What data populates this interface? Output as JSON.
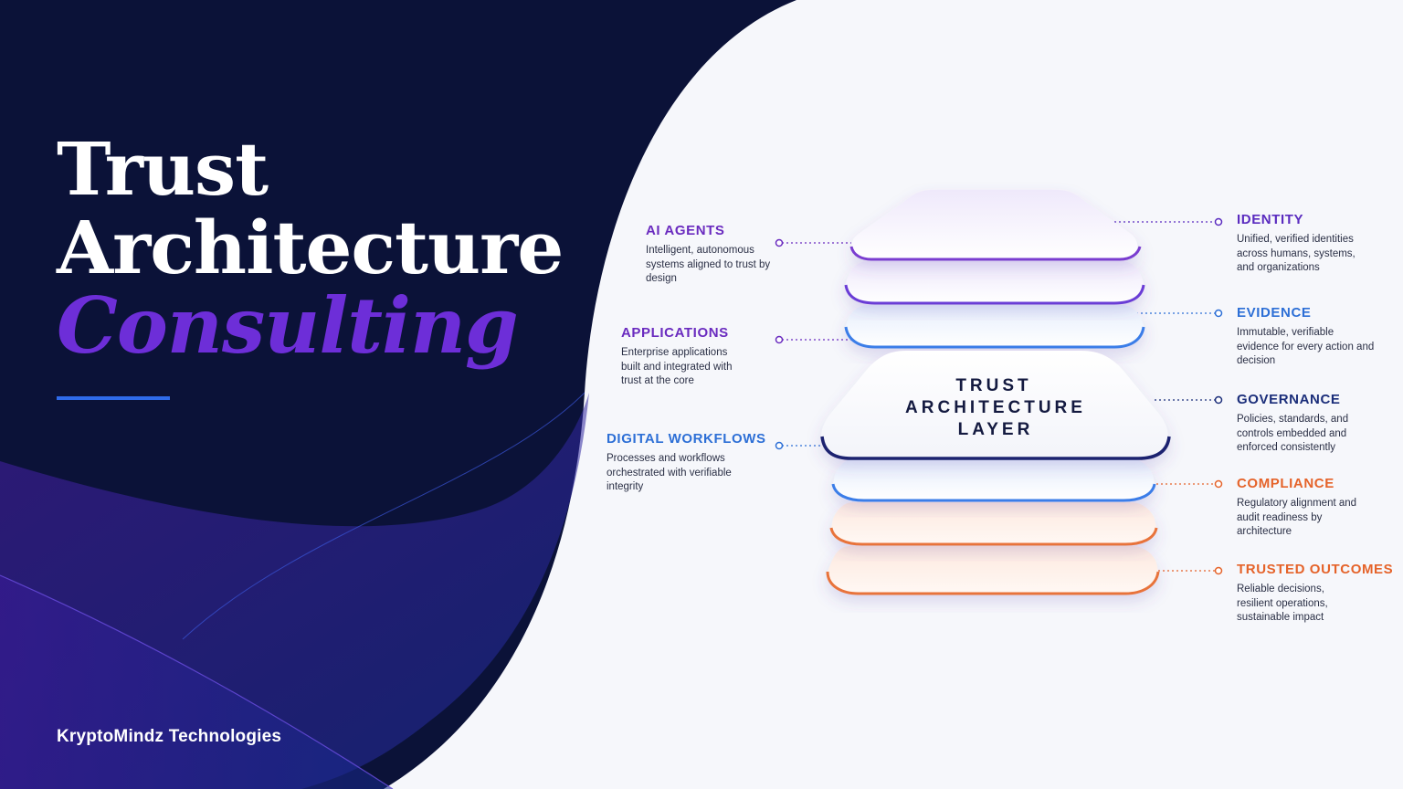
{
  "title": {
    "line1": "Trust",
    "line2": "Architecture",
    "line3": "Consulting"
  },
  "company": "KryptoMindz Technologies",
  "core_layer": {
    "line1": "TRUST",
    "line2": "ARCHITECTURE",
    "line3": "LAYER"
  },
  "left_labels": [
    {
      "title": "AI AGENTS",
      "desc": "Intelligent, autonomous systems aligned to trust by design",
      "color": "#6a2bbf"
    },
    {
      "title": "APPLICATIONS",
      "desc": "Enterprise applications built and integrated with trust at the core",
      "color": "#6a2bbf"
    },
    {
      "title": "DIGITAL WORKFLOWS",
      "desc": "Processes and workflows orchestrated with verifiable integrity",
      "color": "#2d6fd6"
    }
  ],
  "right_labels": [
    {
      "title": "IDENTITY",
      "desc": "Unified, verified identities across humans, systems, and organizations",
      "color": "#5a2bbf"
    },
    {
      "title": "EVIDENCE",
      "desc": "Immutable, verifiable evidence for every action and decision",
      "color": "#2d6fd6"
    },
    {
      "title": "GOVERNANCE",
      "desc": "Policies, standards, and controls embedded and enforced consistently",
      "color": "#1b2e7a"
    },
    {
      "title": "COMPLIANCE",
      "desc": "Regulatory alignment and audit readiness by architecture",
      "color": "#e5632a"
    },
    {
      "title": "TRUSTED OUTCOMES",
      "desc": "Reliable decisions, resilient operations, sustainable impact",
      "color": "#e5632a"
    }
  ],
  "colors": {
    "background_dark": "#0b1238",
    "background_light": "#f6f7fb",
    "accent_purple": "#6d2ed8",
    "accent_blue": "#2f6bea",
    "accent_orange": "#e5632a"
  }
}
